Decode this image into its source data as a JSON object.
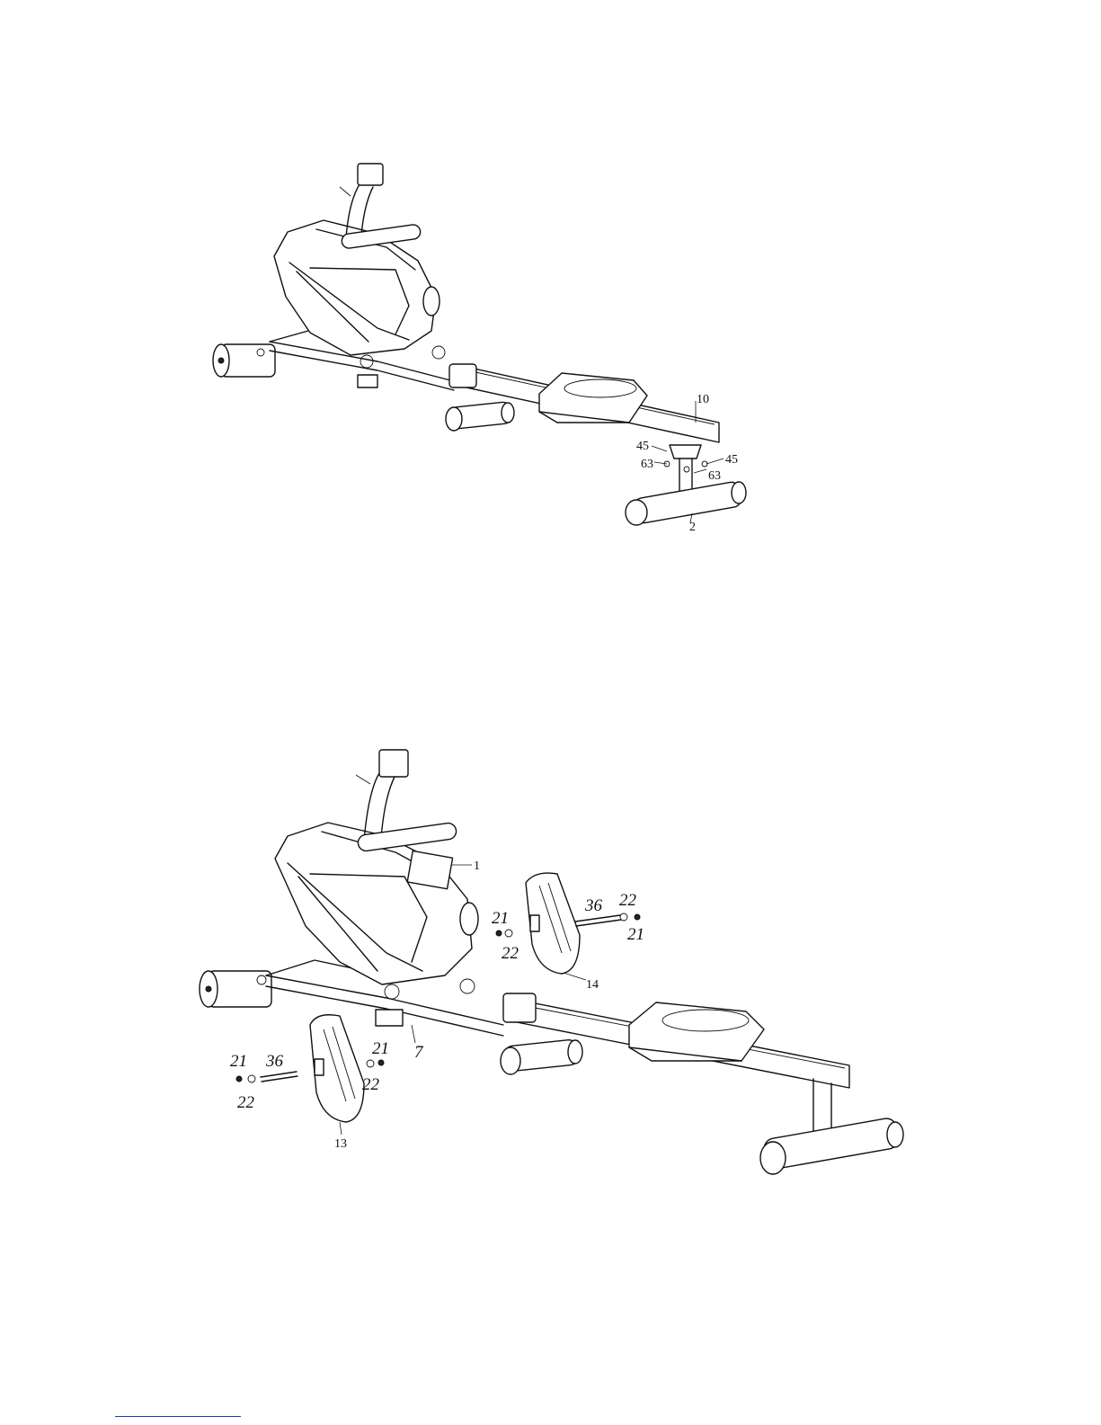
{
  "colors": {
    "line": "#111111",
    "background": "#ffffff",
    "footer_link": "#2233cc"
  },
  "figures": [
    {
      "id": "top",
      "labels": [
        {
          "id": "part-10",
          "text": "10"
        },
        {
          "id": "part-45-left",
          "text": "45"
        },
        {
          "id": "part-45-right",
          "text": "45"
        },
        {
          "id": "part-63-left",
          "text": "63"
        },
        {
          "id": "part-63-right",
          "text": "63"
        },
        {
          "id": "part-2",
          "text": "2"
        }
      ]
    },
    {
      "id": "bottom",
      "labels": [
        {
          "id": "part-1",
          "text": "1"
        },
        {
          "id": "part-21-a",
          "text": "21"
        },
        {
          "id": "part-22-a",
          "text": "22"
        },
        {
          "id": "part-36-a",
          "text": "36"
        },
        {
          "id": "part-22-b",
          "text": "22"
        },
        {
          "id": "part-21-b",
          "text": "21"
        },
        {
          "id": "part-14",
          "text": "14"
        },
        {
          "id": "part-7",
          "text": "7"
        },
        {
          "id": "part-21-c",
          "text": "21"
        },
        {
          "id": "part-22-c",
          "text": "22"
        },
        {
          "id": "part-21-d",
          "text": "21"
        },
        {
          "id": "part-36-b",
          "text": "36"
        },
        {
          "id": "part-22-d",
          "text": "22"
        },
        {
          "id": "part-13",
          "text": "13"
        }
      ]
    }
  ]
}
